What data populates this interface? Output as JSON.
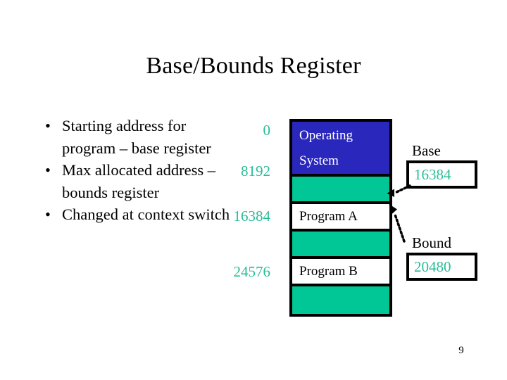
{
  "slide": {
    "title": "Base/Bounds Register",
    "page_number": "9"
  },
  "bullets": [
    {
      "marker": "•",
      "text": "Starting address for program – base register"
    },
    {
      "marker": "•",
      "text": "Max allocated address – bounds register"
    },
    {
      "marker": "•",
      "text": "Changed at context switch"
    }
  ],
  "address_labels": [
    {
      "value": "0"
    },
    {
      "value": "8192"
    },
    {
      "value": "16384"
    },
    {
      "value": "24576"
    }
  ],
  "memory_map": {
    "blocks": [
      {
        "kind": "os",
        "line1": "Operating",
        "line2": "System"
      },
      {
        "kind": "free",
        "label": ""
      },
      {
        "kind": "prog",
        "label": "Program A"
      },
      {
        "kind": "free",
        "label": ""
      },
      {
        "kind": "prog",
        "label": "Program B"
      },
      {
        "kind": "free",
        "label": ""
      }
    ]
  },
  "registers": [
    {
      "caption": "Base",
      "value": "16384"
    },
    {
      "caption": "Bound",
      "value": "20480"
    }
  ],
  "colors": {
    "free_block": "#00c795",
    "os_block": "#2a27bd",
    "accent_text": "#27bd97",
    "outline": "#000000",
    "background": "#ffffff"
  }
}
